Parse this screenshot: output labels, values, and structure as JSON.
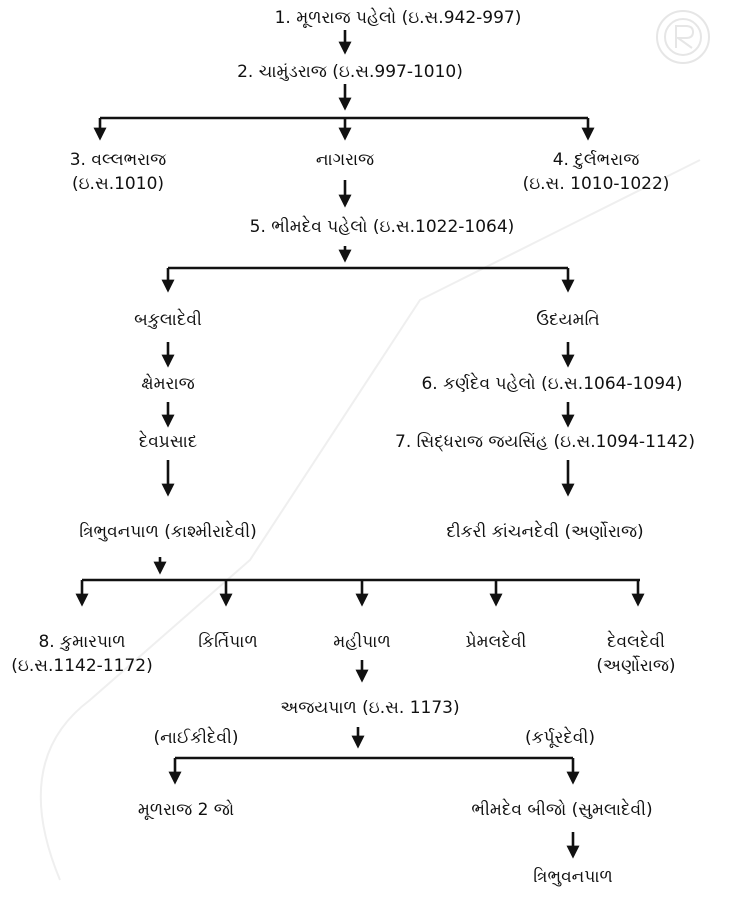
{
  "nodes": {
    "mularaj1": {
      "name": "1. મૂળરાજ પહેલો (ઇ.સ.942-997)"
    },
    "chamundaraj": {
      "name": "2. ચામુંડરાજ (ઇ.સ.997-1010)"
    },
    "vallabharaj": {
      "name": "3. વલ્લભરાજ",
      "years": "(ઇ.સ.1010)"
    },
    "nagaraj": {
      "name": "નાગરાજ"
    },
    "durlabharaj": {
      "name": "4. દુર્લભરાજ",
      "years": "(ઇ.સ. 1010-1022)"
    },
    "bhimdev1": {
      "name": "5. ભીમદેવ પહેલો (ઇ.સ.1022-1064)"
    },
    "bakuladevi": {
      "name": "બકુલાદેવી"
    },
    "udayamati": {
      "name": "ઉદયમતિ"
    },
    "kshemaraj": {
      "name": "ક્ષેમરાજ"
    },
    "karnadev": {
      "name": "6. કર્ણદેવ પહેલો (ઇ.સ.1064-1094)"
    },
    "devprasad": {
      "name": "દેવપ્રસાદ"
    },
    "siddharaj": {
      "name": "7. સિદ્ધરાજ જયસિંહ (ઇ.સ.1094-1142)"
    },
    "tribhuvanpal": {
      "name": "ત્રિભુવનપાળ (કાશ્મીરાદેવી)"
    },
    "kanchandevi": {
      "name": "દીકરી કાંચનદેવી (અર્ણોરાજ)"
    },
    "kumarpal": {
      "name": "8. કુમારપાળ",
      "years": "(ઇ.સ.1142-1172)"
    },
    "kirtipal": {
      "name": "કિર્તિપાળ"
    },
    "mahipal": {
      "name": "મહીપાળ"
    },
    "premaldevi": {
      "name": "પ્રેમલદેવી"
    },
    "devaldevi": {
      "name": "દેવલદેવી",
      "years": "(અર્ણોરાજ)"
    },
    "ajaypal": {
      "name": "અજયપાળ (ઇ.સ. 1173)"
    },
    "naikidevi": {
      "name": "(નાઈકીદેવી)"
    },
    "karpurdevi": {
      "name": "(કર્પૂરદેવી)"
    },
    "mularaj2": {
      "name": "મૂળરાજ 2 જો"
    },
    "bhimdev2": {
      "name": "ભીમદેવ બીજો (સુમલાદેવી)"
    },
    "tribhuvanpal2": {
      "name": "ત્રિભુવનપાળ"
    }
  },
  "colors": {
    "line": "#111111",
    "text": "#111111",
    "watermark": "#e6e6e6"
  },
  "watermark_icon": "registered-trademark-icon"
}
